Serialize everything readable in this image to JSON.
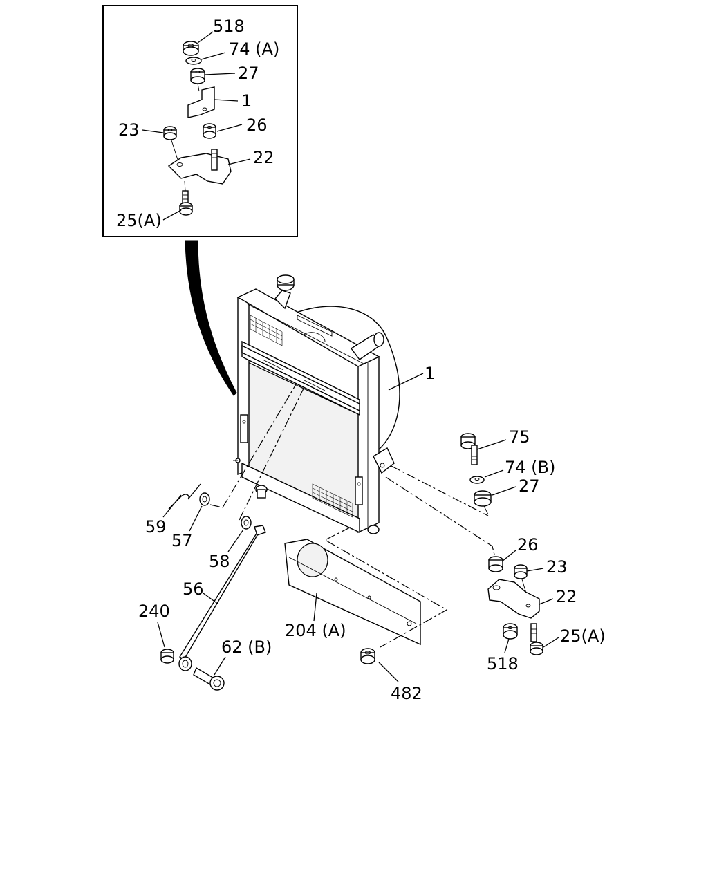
{
  "callouts": {
    "inset_518": "518",
    "inset_74a": "74 (A)",
    "inset_27": "27",
    "inset_1": "1",
    "inset_23": "23",
    "inset_26": "26",
    "inset_22": "22",
    "inset_25a": "25(A)",
    "radiator_1": "1",
    "r75": "75",
    "r74b": "74 (B)",
    "r27": "27",
    "r26": "26",
    "r23": "23",
    "r22": "22",
    "r25a": "25(A)",
    "r518": "518",
    "c59": "59",
    "c57": "57",
    "c58": "58",
    "c56": "56",
    "c240": "240",
    "c62b": "62 (B)",
    "c204a": "204 (A)",
    "c482": "482"
  }
}
